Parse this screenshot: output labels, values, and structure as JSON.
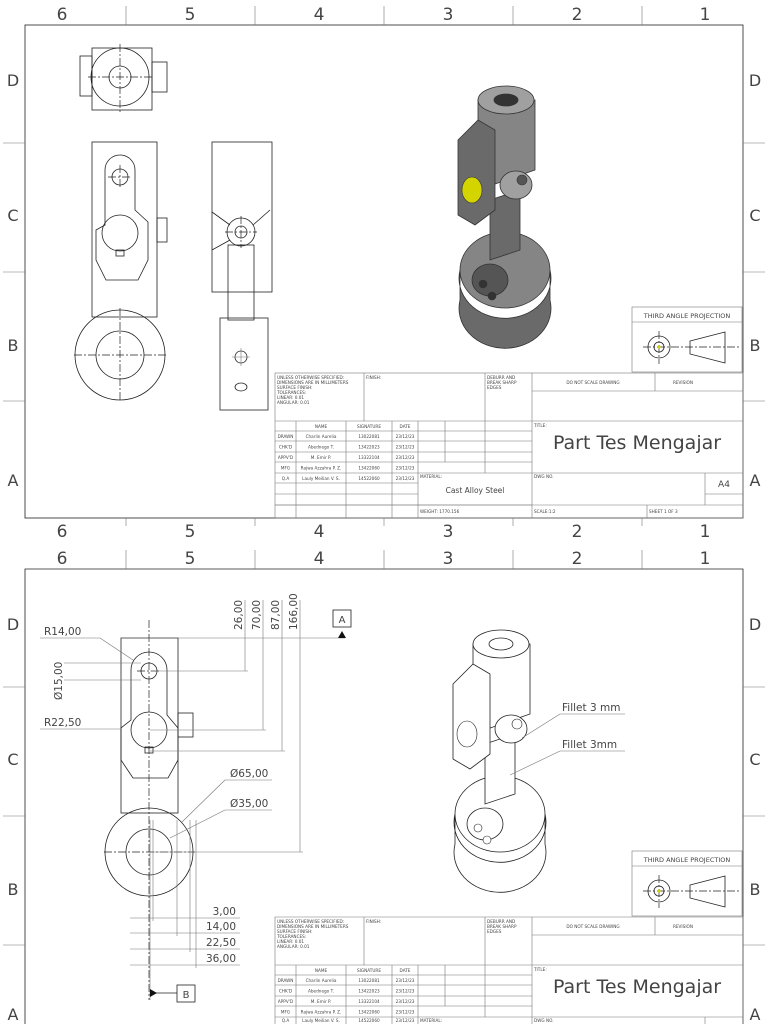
{
  "zones": {
    "columns": [
      "6",
      "5",
      "4",
      "3",
      "2",
      "1"
    ],
    "rows": [
      "D",
      "C",
      "B",
      "A"
    ]
  },
  "title_block": {
    "notes": [
      "UNLESS OTHERWISE SPECIFIED:",
      "DIMENSIONS ARE IN MILLIMETERS",
      "SURFACE FINISH:",
      "TOLERANCES:",
      "  LINEAR: 0.01",
      "  ANGULAR: 0.01"
    ],
    "finish_label": "FINISH:",
    "deburr": [
      "DEBURR AND",
      "BREAK SHARP",
      "EDGES"
    ],
    "do_not_scale": "DO NOT SCALE DRAWING",
    "revision_label": "REVISION",
    "headers": [
      "NAME",
      "SIGNATURE",
      "DATE"
    ],
    "rows": [
      {
        "role": "DRAWN",
        "name": "Charlin Aurelia",
        "signature": "13022081",
        "date": "23/12/23"
      },
      {
        "role": "CHK'D",
        "name": "Abednego T.",
        "signature": "13422023",
        "date": "23/12/23"
      },
      {
        "role": "APPV'D",
        "name": "M. Emir P.",
        "signature": "13322104",
        "date": "23/12/23"
      },
      {
        "role": "MFG",
        "name": "Rajwa Azzahra P. Z.",
        "signature": "13422060",
        "date": "23/12/23"
      },
      {
        "role": "Q.A",
        "name": "Lauly Meilian V. S.",
        "signature": "14522060",
        "date": "23/12/23"
      }
    ],
    "title_label": "TITLE:",
    "title": "Part Tes Mengajar",
    "material_label": "MATERIAL:",
    "material": "Cast Alloy Steel",
    "dwg_no_label": "DWG NO.",
    "size": "A4",
    "weight": "WEIGHT: 1770.156",
    "scale": "SCALE:1:2",
    "sheet": "SHEET 1 OF 3"
  },
  "projection": {
    "label": "THIRD ANGLE PROJECTION"
  },
  "dimensions": {
    "vertical": [
      "26,00",
      "70,00",
      "87,00",
      "166,00"
    ],
    "radius_top": "R14,00",
    "hole_dia": "Ø15,00",
    "radius_mid": "R22,50",
    "outer_dia": "Ø65,00",
    "inner_dia": "Ø35,00",
    "horizontal": [
      "3,00",
      "14,00",
      "22,50",
      "36,00"
    ],
    "datum_a": "A",
    "datum_b": "B"
  },
  "annotations": [
    "Fillet 3 mm",
    "Fillet 3mm"
  ],
  "colors": {
    "highlight": "#d4d400",
    "model": "#858585",
    "line": "#222222"
  }
}
